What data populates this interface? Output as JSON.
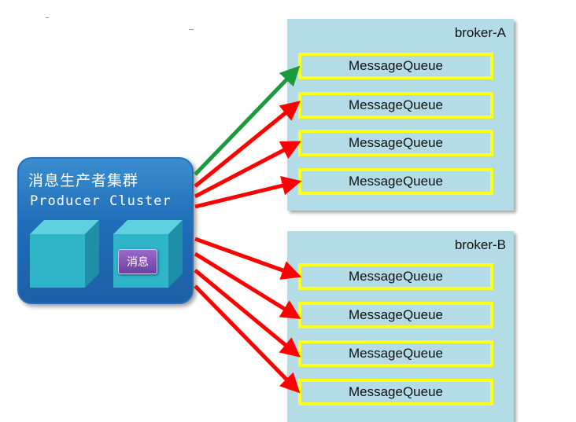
{
  "producer": {
    "title": "消息生产者集群",
    "subtitle": "Producer Cluster",
    "message_label": "消息"
  },
  "brokers": [
    {
      "label": "broker-A",
      "queues": [
        "MessageQueue",
        "MessageQueue",
        "MessageQueue",
        "MessageQueue"
      ]
    },
    {
      "label": "broker-B",
      "queues": [
        "MessageQueue",
        "MessageQueue",
        "MessageQueue",
        "MessageQueue"
      ]
    }
  ],
  "colors": {
    "broker_background": "#b3dce6",
    "queue_border": "#ffff1a",
    "producer_blue": "#1f6db8",
    "arrow_active": "#1a9a3a",
    "arrow_default": "#ff0000",
    "message_purple": "#7a4ab0"
  },
  "arrows": [
    {
      "target": "broker-A queue 1",
      "color": "green"
    },
    {
      "target": "broker-A queue 2",
      "color": "red"
    },
    {
      "target": "broker-A queue 3",
      "color": "red"
    },
    {
      "target": "broker-A queue 4",
      "color": "red"
    },
    {
      "target": "broker-B queue 1",
      "color": "red"
    },
    {
      "target": "broker-B queue 2",
      "color": "red"
    },
    {
      "target": "broker-B queue 3",
      "color": "red"
    },
    {
      "target": "broker-B queue 4",
      "color": "red"
    }
  ]
}
